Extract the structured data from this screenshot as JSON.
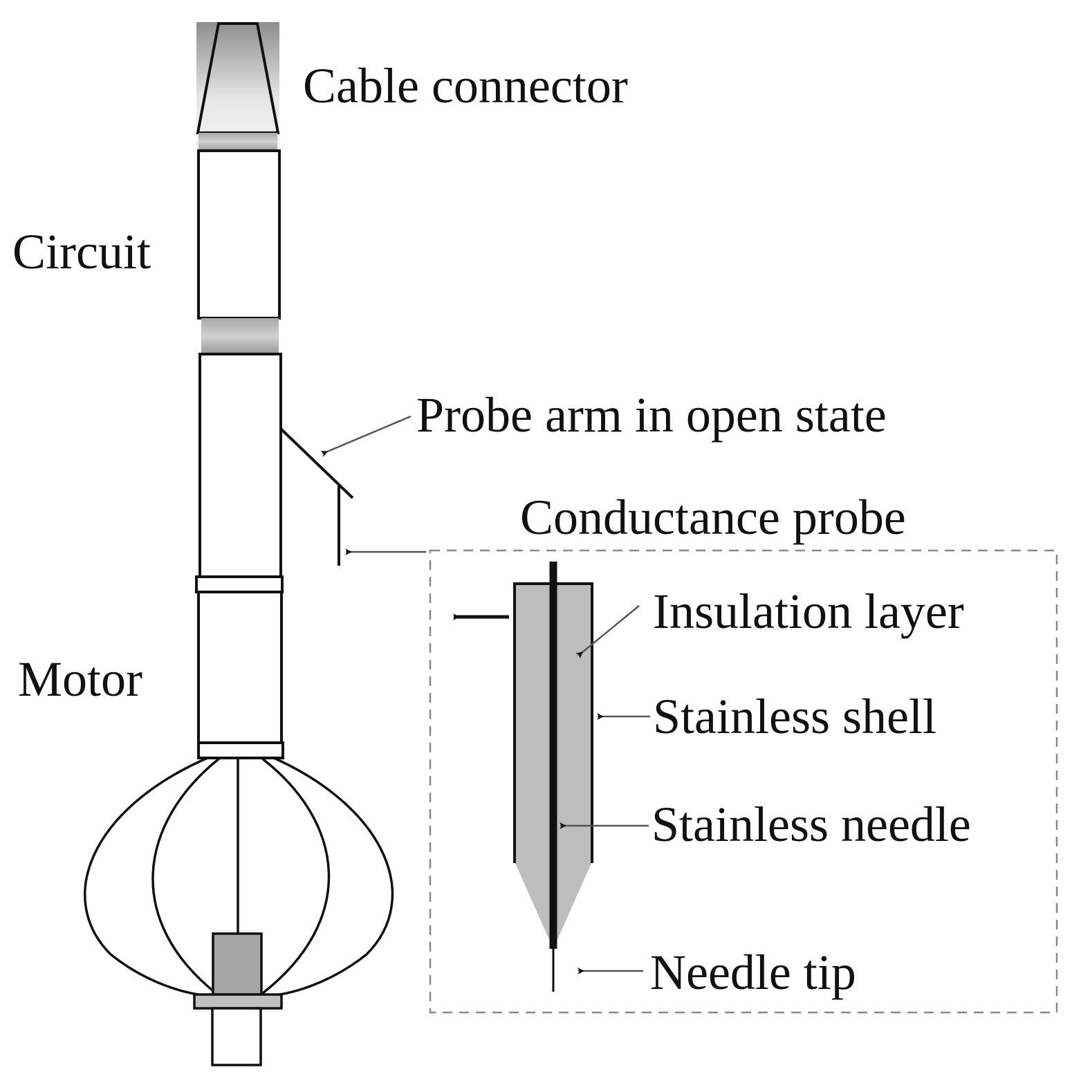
{
  "diagram": {
    "labels": {
      "cable_connector": "Cable connector",
      "circuit": "Circuit",
      "motor": "Motor",
      "probe_arm": "Probe arm in open state",
      "conductance_probe": "Conductance probe",
      "insulation_layer": "Insulation layer",
      "stainless_shell": "Stainless shell",
      "stainless_needle": "Stainless needle",
      "needle_tip": "Needle tip"
    },
    "colors": {
      "line": "#111111",
      "insulation_fill": "#bdbdb9",
      "body_gradient_dark": "#8c8c8c",
      "body_gradient_light": "#ffffff",
      "dashed_box": "#888888"
    }
  }
}
